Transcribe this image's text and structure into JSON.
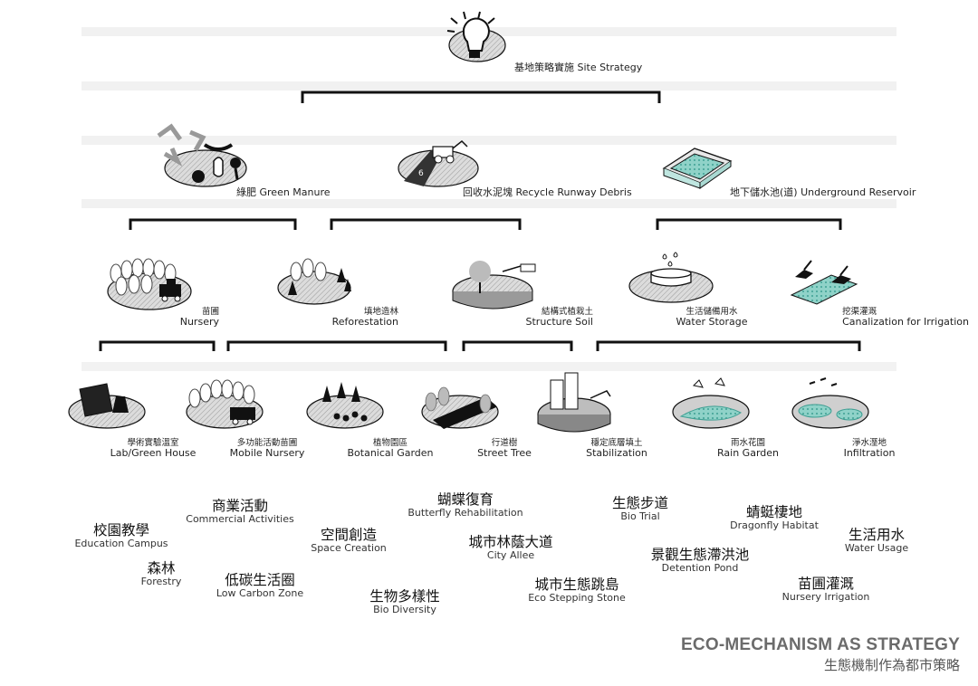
{
  "root": {
    "label": "基地策略實施 Site Strategy"
  },
  "level1": [
    {
      "id": "green-manure",
      "label": "綠肥 Green Manure"
    },
    {
      "id": "recycle-runway",
      "label": "回收水泥塊 Recycle Runway Debris"
    },
    {
      "id": "underground-reservoir",
      "label": "地下儲水池(道) Underground Reservoir"
    }
  ],
  "level2": [
    {
      "id": "nursery",
      "cn": "苗圃",
      "en": "Nursery"
    },
    {
      "id": "reforestation",
      "cn": "填地造林",
      "en": "Reforestation"
    },
    {
      "id": "structure-soil",
      "cn": "結構式植栽土",
      "en": "Structure Soil"
    },
    {
      "id": "water-storage",
      "cn": "生活儲備用水",
      "en": "Water Storage"
    },
    {
      "id": "canalization",
      "cn": "挖渠灌溉",
      "en": "Canalization for Irrigation"
    }
  ],
  "level3": [
    {
      "id": "lab",
      "cn": "學術實驗溫室",
      "en": "Lab/Green House"
    },
    {
      "id": "mobile-nursery",
      "cn": "多功能活動苗圃",
      "en": "Mobile Nursery"
    },
    {
      "id": "botanical",
      "cn": "植物園區",
      "en": "Botanical Garden"
    },
    {
      "id": "street-tree",
      "cn": "行道樹",
      "en": "Street Tree"
    },
    {
      "id": "stabilization",
      "cn": "穩定底層填土",
      "en": "Stabilization"
    },
    {
      "id": "rain-garden",
      "cn": "雨水花園",
      "en": "Rain Garden"
    },
    {
      "id": "infiltration",
      "cn": "淨水溼地",
      "en": "Infiltration"
    }
  ],
  "keywords": [
    {
      "id": "education-campus",
      "zh": "校園教學",
      "en": "Education Campus"
    },
    {
      "id": "forestry",
      "zh": "森林",
      "en": "Forestry"
    },
    {
      "id": "commercial",
      "zh": "商業活動",
      "en": "Commercial Activities"
    },
    {
      "id": "low-carbon",
      "zh": "低碳生活圈",
      "en": "Low Carbon Zone"
    },
    {
      "id": "space-creation",
      "zh": "空間創造",
      "en": "Space Creation"
    },
    {
      "id": "butterfly",
      "zh": "蝴蝶復育",
      "en": "Butterfly Rehabilitation"
    },
    {
      "id": "bio-diversity",
      "zh": "生物多樣性",
      "en": "Bio Diversity"
    },
    {
      "id": "city-allee",
      "zh": "城市林蔭大道",
      "en": "City Allee"
    },
    {
      "id": "eco-stepping",
      "zh": "城市生態跳島",
      "en": "Eco Stepping Stone"
    },
    {
      "id": "bio-trial",
      "zh": "生態步道",
      "en": "Bio Trial"
    },
    {
      "id": "detention",
      "zh": "景觀生態滯洪池",
      "en": "Detention Pond"
    },
    {
      "id": "dragonfly",
      "zh": "蜻蜓棲地",
      "en": "Dragonfly Habitat"
    },
    {
      "id": "water-usage",
      "zh": "生活用水",
      "en": "Water Usage"
    },
    {
      "id": "nursery-irrigation",
      "zh": "苗圃灌溉",
      "en": "Nursery Irrigation"
    }
  ],
  "title": {
    "en": "ECO-MECHANISM AS STRATEGY",
    "zh": "生態機制作為都市策略"
  },
  "colors": {
    "line": "#111111",
    "disc": "#cfcfcf",
    "water": "#6fc3b8",
    "title": "#6b6b6b"
  }
}
